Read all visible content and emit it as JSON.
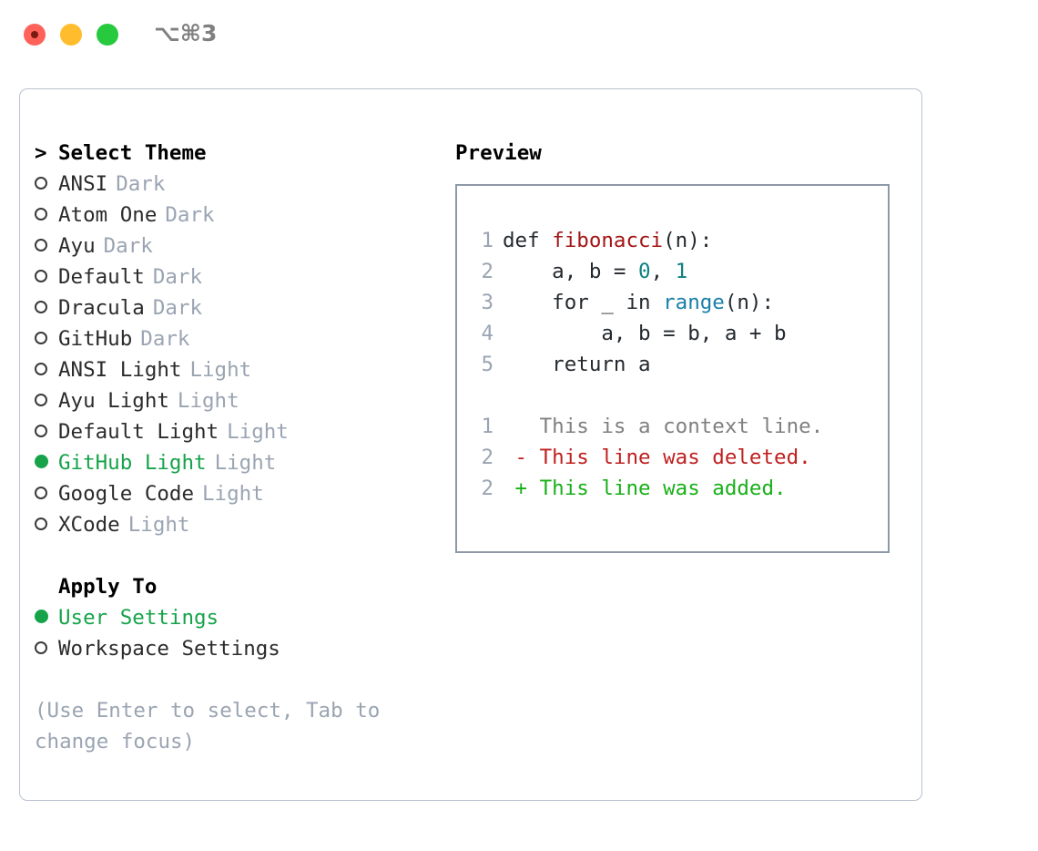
{
  "titlebar": {
    "shortcut": "⌥⌘3",
    "buttons": [
      {
        "name": "close",
        "color": "#ff6259"
      },
      {
        "name": "minimize",
        "color": "#ffbd2e"
      },
      {
        "name": "maximize",
        "color": "#27c93f"
      }
    ]
  },
  "theme_panel": {
    "header": "Select Theme",
    "caret": ">",
    "items": [
      {
        "marker": "○",
        "name": "ANSI",
        "category": "Dark",
        "selected": false
      },
      {
        "marker": "○",
        "name": "Atom One",
        "category": "Dark",
        "selected": false
      },
      {
        "marker": "○",
        "name": "Ayu",
        "category": "Dark",
        "selected": false
      },
      {
        "marker": "○",
        "name": "Default",
        "category": "Dark",
        "selected": false
      },
      {
        "marker": "○",
        "name": "Dracula",
        "category": "Dark",
        "selected": false
      },
      {
        "marker": "○",
        "name": "GitHub",
        "category": "Dark",
        "selected": false
      },
      {
        "marker": "○",
        "name": "ANSI Light",
        "category": "Light",
        "selected": false
      },
      {
        "marker": "○",
        "name": "Ayu Light",
        "category": "Light",
        "selected": false
      },
      {
        "marker": "○",
        "name": "Default Light",
        "category": "Light",
        "selected": false
      },
      {
        "marker": "●",
        "name": "GitHub Light",
        "category": "Light",
        "selected": true
      },
      {
        "marker": "○",
        "name": "Google Code",
        "category": "Light",
        "selected": false
      },
      {
        "marker": "○",
        "name": "XCode",
        "category": "Light",
        "selected": false
      }
    ]
  },
  "apply_to": {
    "header": "Apply To",
    "items": [
      {
        "marker": "●",
        "name": "User Settings",
        "selected": true
      },
      {
        "marker": "○",
        "name": "Workspace Settings",
        "selected": false
      }
    ]
  },
  "hint": "(Use Enter to select, Tab to change focus)",
  "preview": {
    "title": "Preview",
    "code_lines": [
      {
        "num": "1",
        "tokens": [
          {
            "text": "def ",
            "kind": "plain"
          },
          {
            "text": "fibonacci",
            "kind": "fn"
          },
          {
            "text": "(n):",
            "kind": "plain"
          }
        ]
      },
      {
        "num": "2",
        "tokens": [
          {
            "text": "    a, b = ",
            "kind": "plain"
          },
          {
            "text": "0",
            "kind": "num"
          },
          {
            "text": ", ",
            "kind": "plain"
          },
          {
            "text": "1",
            "kind": "num"
          }
        ]
      },
      {
        "num": "3",
        "tokens": [
          {
            "text": "    for _ in ",
            "kind": "plain"
          },
          {
            "text": "range",
            "kind": "call"
          },
          {
            "text": "(n):",
            "kind": "plain"
          }
        ]
      },
      {
        "num": "4",
        "tokens": [
          {
            "text": "        a, b = b, a + b",
            "kind": "plain"
          }
        ]
      },
      {
        "num": "5",
        "tokens": [
          {
            "text": "    return a",
            "kind": "plain"
          }
        ]
      }
    ],
    "diff_lines": [
      {
        "num": "1",
        "sign": " ",
        "text": "This is a context line.",
        "kind": "ctx"
      },
      {
        "num": "2",
        "sign": "-",
        "text": "This line was deleted.",
        "kind": "del"
      },
      {
        "num": "2",
        "sign": "+",
        "text": "This line was added.",
        "kind": "add"
      }
    ]
  },
  "colors": {
    "accent_green": "#16a34a",
    "muted": "#9aa4b2",
    "border": "#b9c2cf",
    "preview_border": "#8d99a8",
    "diff_add": "#18b018",
    "diff_del": "#c02020",
    "token_fn": "#a31515",
    "token_num": "#0d8080",
    "token_call": "#1a7fa8"
  }
}
